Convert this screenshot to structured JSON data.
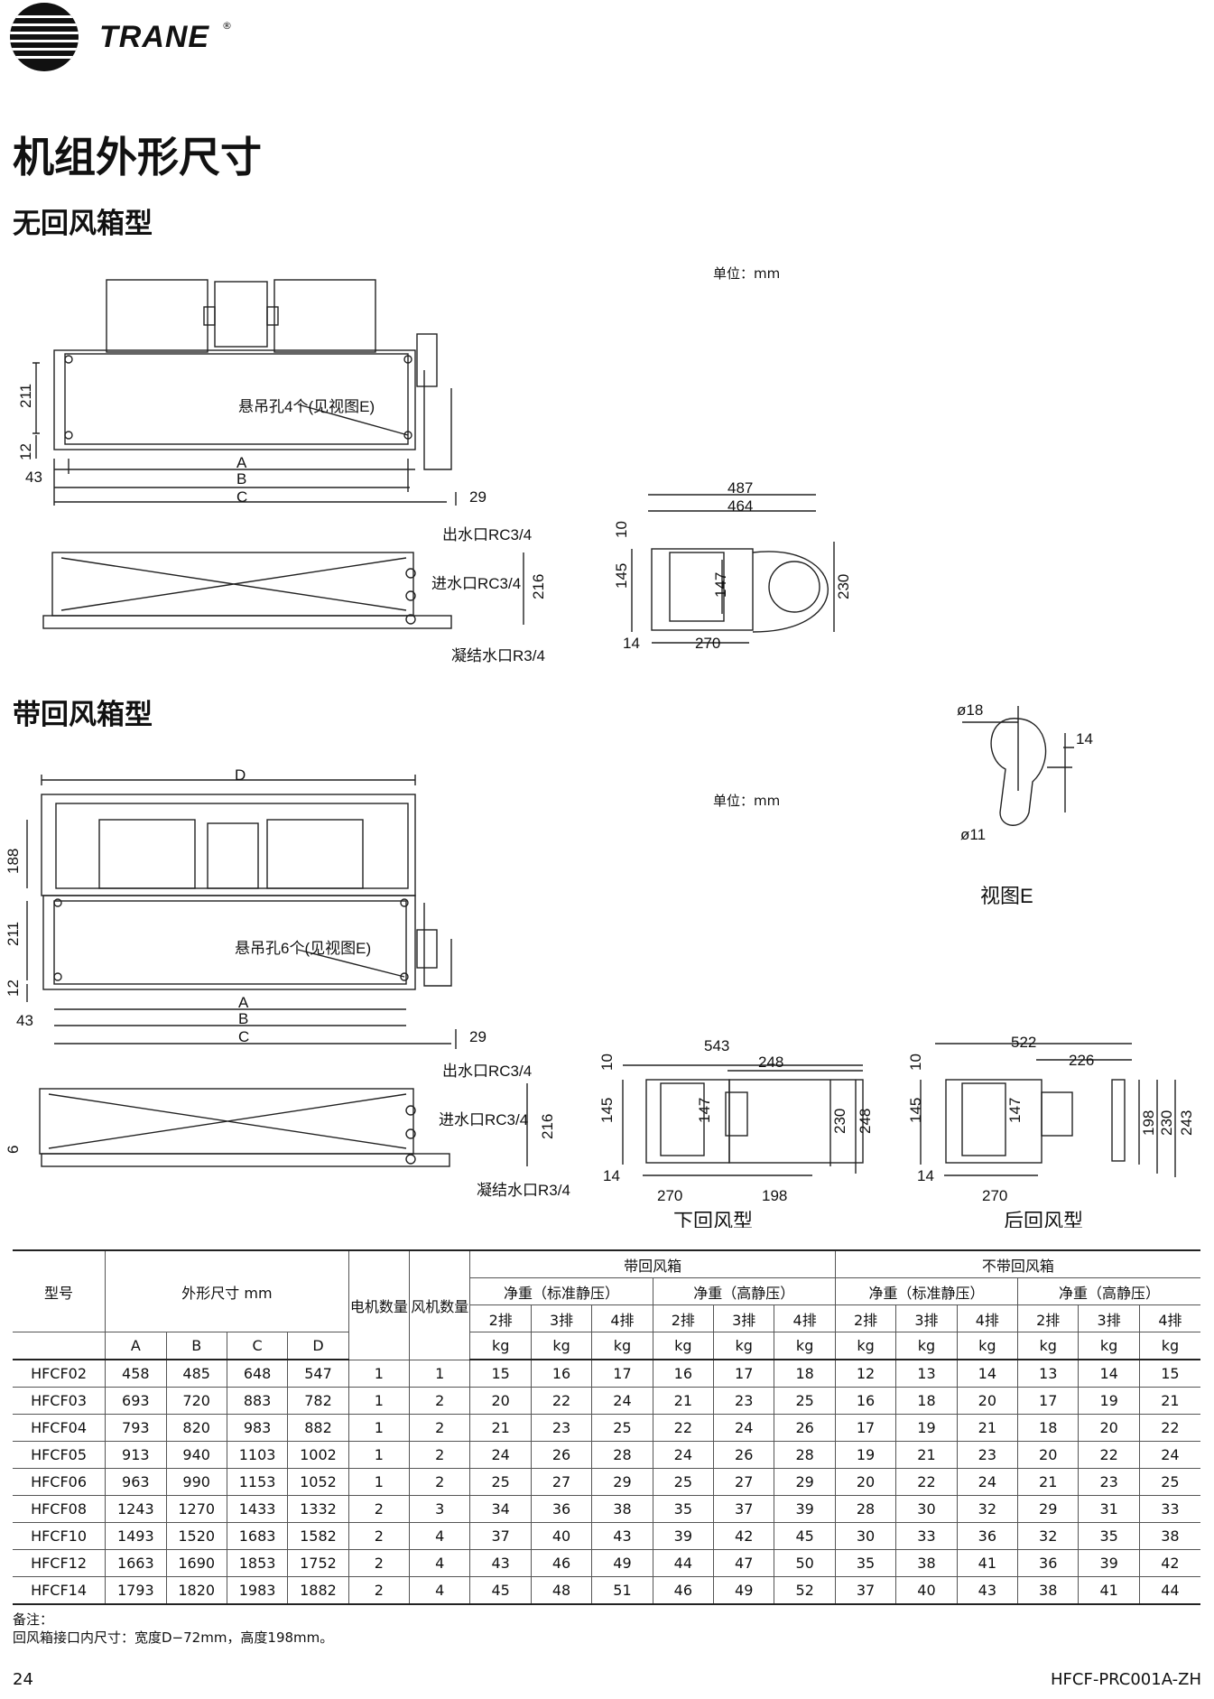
{
  "header": {
    "brand": "TRANE",
    "reg_mark": "®"
  },
  "page_title": "机组外形尺寸",
  "section1": {
    "title": "无回风箱型",
    "unit": "单位：mm",
    "top_view": {
      "dim_211": "211",
      "dim_12": "12",
      "dim_43": "43",
      "label_A": "A",
      "label_B": "B",
      "label_C": "C",
      "dim_29": "29",
      "hanger_label": "悬吊孔4个(见视图E)"
    },
    "side_view": {
      "outlet": "出水口RC3/4",
      "inlet": "进水口RC3/4",
      "drain": "凝结水口R3/4",
      "dim_216": "216"
    },
    "end_view": {
      "dim_487": "487",
      "dim_464": "464",
      "dim_10": "10",
      "dim_145": "145",
      "dim_147": "147",
      "dim_230": "230",
      "dim_14": "14",
      "dim_270": "270"
    }
  },
  "section2": {
    "title": "带回风箱型",
    "unit": "单位：mm",
    "top_view": {
      "label_D": "D",
      "dim_188": "188",
      "dim_211": "211",
      "dim_12": "12",
      "dim_43": "43",
      "label_A": "A",
      "label_B": "B",
      "label_C": "C",
      "dim_29": "29",
      "hanger_label": "悬吊孔6个(见视图E)"
    },
    "side_view": {
      "outlet": "出水口RC3/4",
      "inlet": "进水口RC3/4",
      "drain": "凝结水口R3/4",
      "dim_216": "216",
      "dim_6": "6"
    },
    "bottom_return": {
      "dim_543": "543",
      "dim_248": "248",
      "dim_10": "10",
      "dim_145": "145",
      "dim_147": "147",
      "dim_230": "230",
      "dim_248b": "248",
      "dim_14": "14",
      "dim_270": "270",
      "dim_198": "198",
      "caption": "下回风型"
    },
    "rear_return": {
      "dim_522": "522",
      "dim_226": "226",
      "dim_10": "10",
      "dim_145": "145",
      "dim_147": "147",
      "dim_198": "198",
      "dim_230": "230",
      "dim_243": "243",
      "dim_14": "14",
      "dim_270": "270",
      "caption": "后回风型"
    },
    "view_e": {
      "dia_18": "ø18",
      "dim_14": "14",
      "dia_11": "ø11",
      "caption": "视图E"
    }
  },
  "table": {
    "col_model": "型号",
    "col_dims": "外形尺寸 mm",
    "col_motor": "电机数量",
    "col_fan": "风机数量",
    "grp_with": "带回风箱",
    "grp_without": "不带回风箱",
    "sub_std": "净重（标准静压）",
    "sub_high": "净重（高静压）",
    "rows_label": [
      "2排",
      "3排",
      "4排"
    ],
    "unit_kg": "kg",
    "dim_letters": [
      "A",
      "B",
      "C",
      "D"
    ],
    "rows": [
      [
        "HFCF02",
        "458",
        "485",
        "648",
        "547",
        "1",
        "1",
        "15",
        "16",
        "17",
        "16",
        "17",
        "18",
        "12",
        "13",
        "14",
        "13",
        "14",
        "15"
      ],
      [
        "HFCF03",
        "693",
        "720",
        "883",
        "782",
        "1",
        "2",
        "20",
        "22",
        "24",
        "21",
        "23",
        "25",
        "16",
        "18",
        "20",
        "17",
        "19",
        "21"
      ],
      [
        "HFCF04",
        "793",
        "820",
        "983",
        "882",
        "1",
        "2",
        "21",
        "23",
        "25",
        "22",
        "24",
        "26",
        "17",
        "19",
        "21",
        "18",
        "20",
        "22"
      ],
      [
        "HFCF05",
        "913",
        "940",
        "1103",
        "1002",
        "1",
        "2",
        "24",
        "26",
        "28",
        "24",
        "26",
        "28",
        "19",
        "21",
        "23",
        "20",
        "22",
        "24"
      ],
      [
        "HFCF06",
        "963",
        "990",
        "1153",
        "1052",
        "1",
        "2",
        "25",
        "27",
        "29",
        "25",
        "27",
        "29",
        "20",
        "22",
        "24",
        "21",
        "23",
        "25"
      ],
      [
        "HFCF08",
        "1243",
        "1270",
        "1433",
        "1332",
        "2",
        "3",
        "34",
        "36",
        "38",
        "35",
        "37",
        "39",
        "28",
        "30",
        "32",
        "29",
        "31",
        "33"
      ],
      [
        "HFCF10",
        "1493",
        "1520",
        "1683",
        "1582",
        "2",
        "4",
        "37",
        "40",
        "43",
        "39",
        "42",
        "45",
        "30",
        "33",
        "36",
        "32",
        "35",
        "38"
      ],
      [
        "HFCF12",
        "1663",
        "1690",
        "1853",
        "1752",
        "2",
        "4",
        "43",
        "46",
        "49",
        "44",
        "47",
        "50",
        "35",
        "38",
        "41",
        "36",
        "39",
        "42"
      ],
      [
        "HFCF14",
        "1793",
        "1820",
        "1983",
        "1882",
        "2",
        "4",
        "45",
        "48",
        "51",
        "46",
        "49",
        "52",
        "37",
        "40",
        "43",
        "38",
        "41",
        "44"
      ]
    ]
  },
  "notes": {
    "label": "备注：",
    "text": "回风箱接口内尺寸：宽度D−72mm，高度198mm。"
  },
  "footer": {
    "page_number": "24",
    "doc_code": "HFCF-PRC001A-ZH"
  }
}
